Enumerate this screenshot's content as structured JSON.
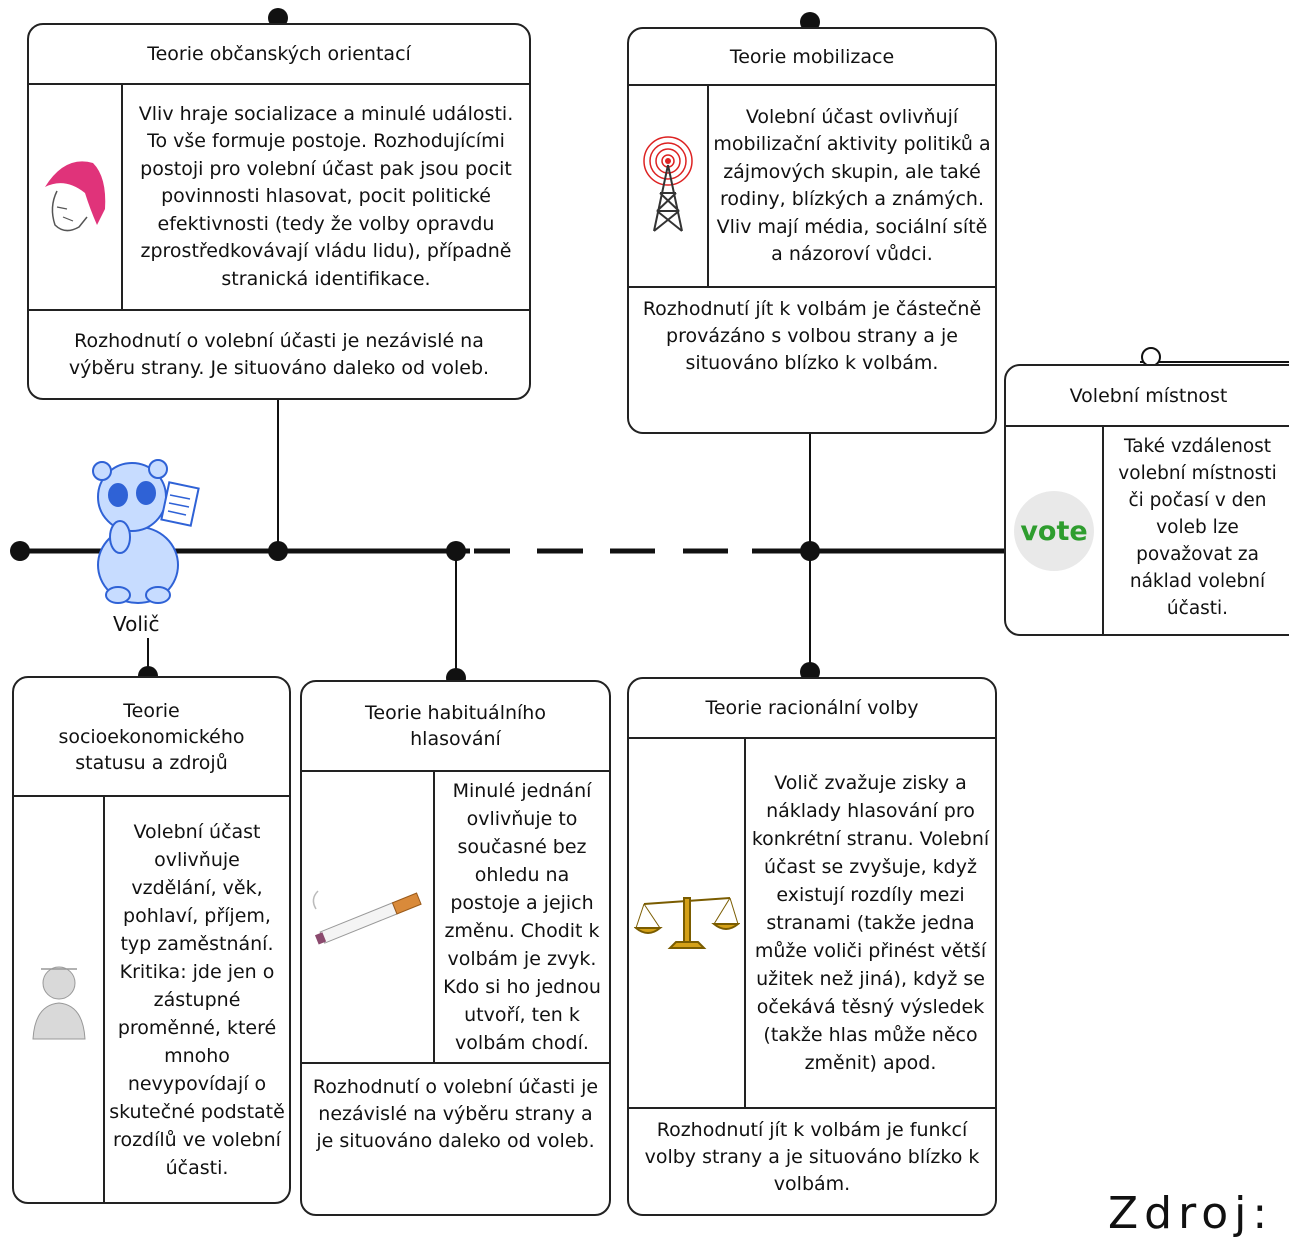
{
  "voter": {
    "label": "Volič"
  },
  "boxes": {
    "civic": {
      "title": "Teorie občanských orientací",
      "description": "Vliv hraje socializace a minulé události. To vše formuje postoje. Rozhodujícími postoji pro volební účast pak jsou pocit povinnosti hlasovat, pocit politické efektivnosti (tedy že volby opravdu zprostředkovávají vládu lidu), případně stranická identifikace.",
      "footer": "Rozhodnutí o volební účasti je nezávislé na výběru strany. Je situováno daleko od voleb."
    },
    "mobilization": {
      "title": "Teorie mobilizace",
      "description": "Volební účast ovlivňují mobilizační aktivity politiků a zájmových skupin, ale také rodiny, blízkých a známých. Vliv mají média, sociální sítě a názoroví vůdci.",
      "footer": "Rozhodnutí jít k volbám je částečně provázáno s volbou strany a je situováno blízko k volbám."
    },
    "polling": {
      "title": "Volební místnost",
      "description": "Také vzdálenost volební místnosti či počasí v den voleb lze považovat za náklad volební účasti."
    },
    "socioeconomic": {
      "title": "Teorie socioekonomického statusu a zdrojů",
      "description": "Volební účast ovlivňuje vzdělání, věk, pohlaví, příjem, typ zaměstnání. Kritika: jde jen o zástupné proměnné, které mnoho nevypovídají o skutečné podstatě rozdílů ve volební účasti."
    },
    "habitual": {
      "title": "Teorie habituálního hlasování",
      "description": "Minulé jednání ovlivňuje to současné bez ohledu na postoje a jejich změnu. Chodit k volbám je zvyk. Kdo si ho jednou utvoří, ten k volbám chodí.",
      "footer": "Rozhodnutí o volební účasti je nezávislé na výběru strany a je situováno daleko od voleb."
    },
    "rational": {
      "title": "Teorie racionální volby",
      "description": "Volič zvažuje zisky a náklady hlasování pro konkrétní stranu. Volební účast se zvyšuje, když existují rozdíly mezi stranami (takže jedna může voliči přinést větší užitek než jiná), když se očekává těsný výsledek (takže hlas může něco změnit) apod.",
      "footer": "Rozhodnutí jít k volbám je funkcí volby strany a je situováno blízko k volbám."
    }
  },
  "icons": {
    "civic": "punk-head-icon",
    "mobilization": "radio-tower-icon",
    "polling": "vote-badge-icon",
    "socioeconomic": "user-silhouette-icon",
    "habitual": "cigarette-icon",
    "rational": "scales-icon",
    "voter": "panda-reading-icon"
  },
  "vote_badge_text": "vote",
  "caption_fragment": "Zdroj: "
}
